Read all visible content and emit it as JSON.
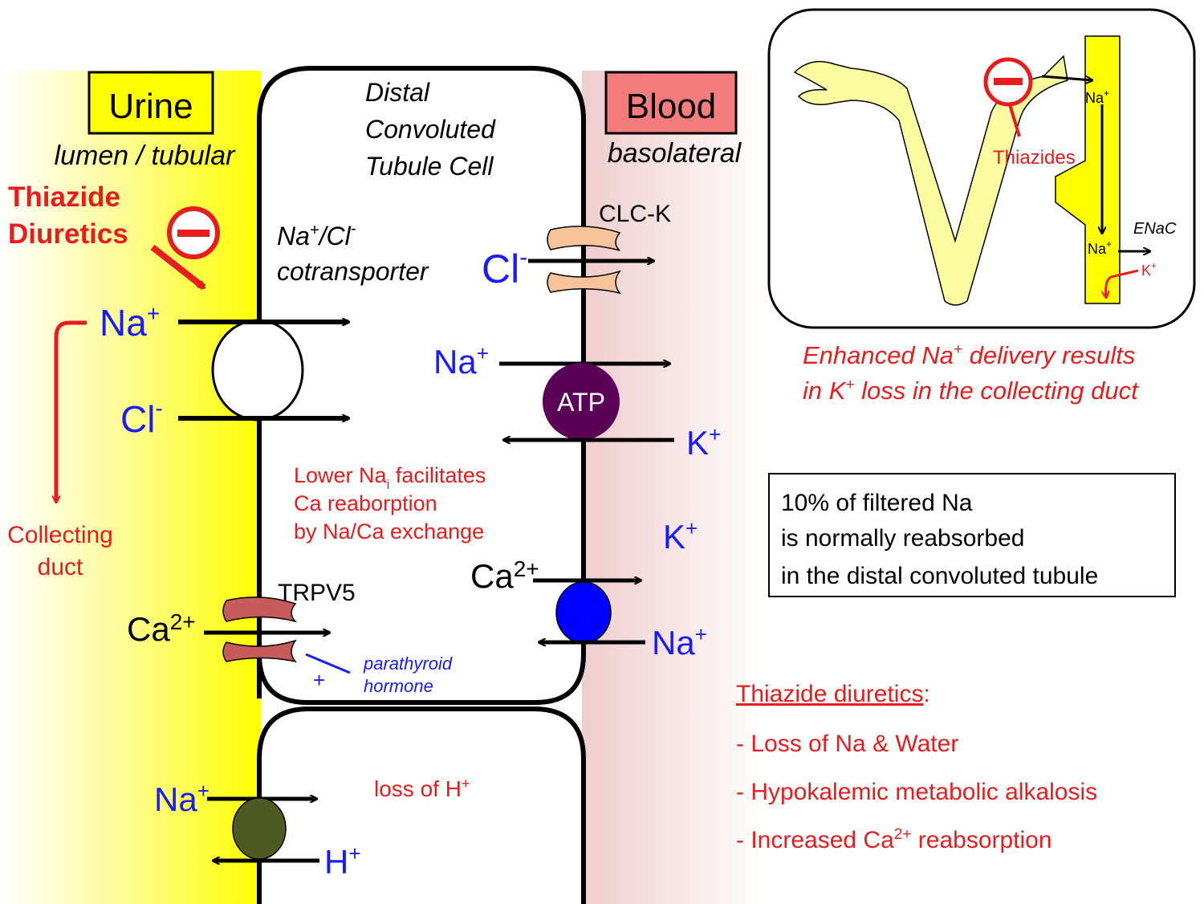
{
  "colors": {
    "urine": "#ffff00",
    "blood": "#f47c7c",
    "ion": "#1a1aff",
    "alert": "#e81c1c",
    "atp": "#5b0057",
    "exchanger": "#4f5a22",
    "na_ca": "#0000ff"
  },
  "zones": {
    "urine_label": "Urine",
    "urine_sub": "lumen / tubular",
    "blood_label": "Blood",
    "blood_sub": "basolateral"
  },
  "cell": {
    "title_line1": "Distal",
    "title_line2": "Convoluted",
    "title_line3": "Tubule Cell"
  },
  "thiazide": {
    "line1": "Thiazide",
    "line2": "Diuretics",
    "inhibit_symbol": "−"
  },
  "lumen": {
    "na_label": "Na",
    "na_sup": "+",
    "cl_label": "Cl",
    "cl_sup": "-",
    "collecting_line1": "Collecting",
    "collecting_line2": "duct",
    "ca_label": "Ca",
    "ca_sup": "2+",
    "na2_label": "Na",
    "na2_sup": "+",
    "h_label": "H",
    "h_sup": "+"
  },
  "cotransporter": {
    "line1_main": "Na",
    "line1_sup1": "+",
    "line1_mid": "/Cl",
    "line1_sup2": "-",
    "line2": "cotransporter"
  },
  "channels": {
    "clck_label": "CLC-K",
    "cl_label": "Cl",
    "cl_sup": "-",
    "trpv5_label": "TRPV5",
    "pth_plus": "+",
    "pth_line1": "parathyroid",
    "pth_line2": "hormone"
  },
  "pump": {
    "atp_label": "ATP",
    "na_label": "Na",
    "na_sup": "+",
    "k_label": "K",
    "k_sup": "+"
  },
  "exchange": {
    "k_label": "K",
    "k_sup": "+",
    "ca_label": "Ca",
    "ca_sup": "2+",
    "na_label": "Na",
    "na_sup": "+"
  },
  "notes": {
    "lower_na_line1_main": "Lower Na",
    "lower_na_line1_sub": "i",
    "lower_na_line1_rest": " facilitates",
    "lower_na_line2": "Ca reaborption",
    "lower_na_line3": "by Na/Ca exchange",
    "loss_h_main": "loss of H",
    "loss_h_sup": "+"
  },
  "inset": {
    "thiazides_label": "Thiazides",
    "na_top": "Na",
    "na_top_sup": "+",
    "na_bottom": "Na",
    "na_bottom_sup": "+",
    "enac_label": "ENaC",
    "k_label": "K",
    "k_sup": "+",
    "caption_line1_main": "Enhanced Na",
    "caption_line1_sup": "+",
    "caption_line1_rest": " delivery results",
    "caption_line2_main": "in K",
    "caption_line2_sup": "+",
    "caption_line2_rest": " loss in the collecting duct"
  },
  "info_box": {
    "line1": "10% of filtered Na",
    "line2": "is normally reabsorbed",
    "line3": "in the distal convoluted tubule"
  },
  "summary": {
    "heading": "Thiazide diuretics",
    "heading_colon": ":",
    "item1": "- Loss of Na & Water",
    "item2": "- Hypokalemic metabolic alkalosis",
    "item3_main": "- Increased Ca",
    "item3_sup": "2+",
    "item3_rest": " reabsorption"
  }
}
